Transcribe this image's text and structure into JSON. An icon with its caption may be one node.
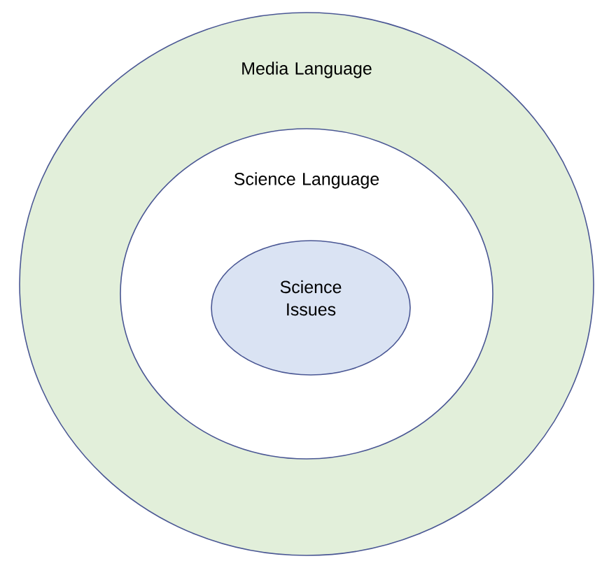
{
  "diagram": {
    "nodes": [
      {
        "text": [
          "Media Language"
        ]
      },
      {
        "text": [
          "Science Language"
        ],
        "in": 0
      },
      {
        "text": [
          "Science Issues"
        ],
        "in": 1
      }
    ]
  }
}
